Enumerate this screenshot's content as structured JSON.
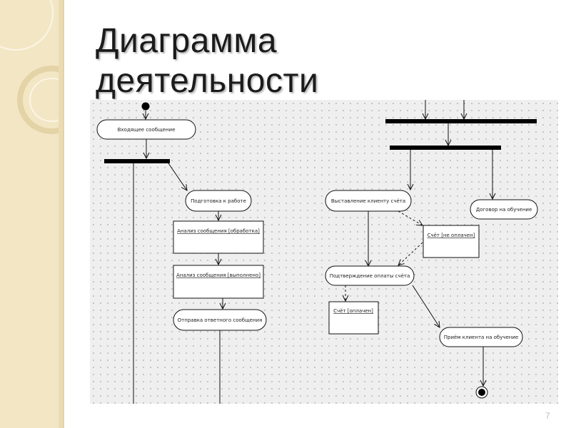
{
  "slide": {
    "title_line1": "Диаграмма",
    "title_line2": "деятельности",
    "page_number": "7"
  },
  "diagram": {
    "left": {
      "incoming_message": "Входящее сообщение",
      "preparing": "Подготовка к работе",
      "analysis_processing": "Анализ сообщения [обработка]",
      "analysis_done": "Анализ сообщения [выполнено]",
      "send_reply": "Отправка ответного сообщения"
    },
    "right": {
      "billing": "Выставление клиенту счёта",
      "contract": "Договор на обучение",
      "invoice_not_paid": "Счёт [не оплачен]",
      "payment_confirmation": "Подтверждение оплаты счёта",
      "invoice_paid": "Счёт [оплачен]",
      "client_admission": "Приём клиента на обучение"
    }
  },
  "colors": {
    "side_band": "#f2e6c4",
    "canvas": "#efefef",
    "ink": "#111111"
  }
}
